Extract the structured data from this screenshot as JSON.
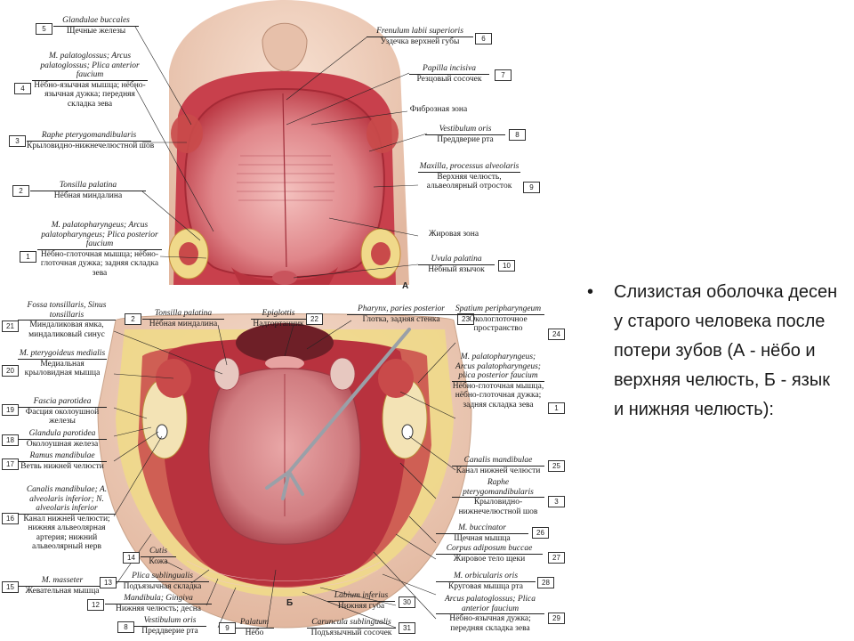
{
  "slide": {
    "bullet_text": "Слизистая оболочка десен у старого человека после потери зубов (А - нёбо и верхняя челюсть, Б - язык и нижняя челюсть):"
  },
  "panel_a": {
    "letter": "А",
    "labels": [
      {
        "n": "5",
        "lat": "Glandulae buccales",
        "rus": "Щечные железы"
      },
      {
        "n": "4",
        "lat": "M. palatoglossus; Arcus palatoglossus; Plica anterior faucium",
        "rus": "Нёбно-язычная мышца; нёбно-язычная дужка; передняя складка зева"
      },
      {
        "n": "3",
        "lat": "Raphe pterygomandibularis",
        "rus": "Крыловидно-нижнечелюстной шов"
      },
      {
        "n": "2",
        "lat": "Tonsilla palatina",
        "rus": "Нёбная миндалина"
      },
      {
        "n": "1",
        "lat": "M. palatopharyngeus; Arcus palatopharyngeus; Plica posterior faucium",
        "rus": "Нёбно-глоточная мышца; нёбно-глоточная дужка; задняя складка зева"
      },
      {
        "n": "6",
        "lat": "Frenulum labii superioris",
        "rus": "Уздечка верхней губы"
      },
      {
        "n": "7",
        "lat": "Papilla incisiva",
        "rus": "Резцовый сосочек"
      },
      {
        "n": "",
        "lat": "",
        "rus": "Фиброзная зона"
      },
      {
        "n": "8",
        "lat": "Vestibulum oris",
        "rus": "Преддверие рта"
      },
      {
        "n": "9",
        "lat": "Maxilla, processus alveolaris",
        "rus": "Верхняя челюсть, альвеолярный отросток"
      },
      {
        "n": "",
        "lat": "",
        "rus": "Жировая зона"
      },
      {
        "n": "10",
        "lat": "Uvula palatina",
        "rus": "Нёбный язычок"
      }
    ]
  },
  "panel_b": {
    "letter": "Б",
    "labels": [
      {
        "n": "21",
        "lat": "Fossa tonsillaris, Sinus tonsillaris",
        "rus": "Миндаликовая ямка, миндаликовый синус"
      },
      {
        "n": "20",
        "lat": "M. pterygoideus medialis",
        "rus": "Медиальная крыловидная мышца"
      },
      {
        "n": "19",
        "lat": "Fascia parotidea",
        "rus": "Фасция околоушной железы"
      },
      {
        "n": "18",
        "lat": "Glandula parotidea",
        "rus": "Околоушная железа"
      },
      {
        "n": "17",
        "lat": "Ramus mandibulae",
        "rus": "Ветвь нижней челюсти"
      },
      {
        "n": "16",
        "lat": "Canalis mandibulae; A. alveolaris inferior; N. alveolaris inferior",
        "rus": "Канал нижней челюсти; нижняя альвеолярная артерия; нижний альвеолярный нерв"
      },
      {
        "n": "15",
        "lat": "M. masseter",
        "rus": "Жевательная мышца"
      },
      {
        "n": "14",
        "lat": "Cutis",
        "rus": "Кожа"
      },
      {
        "n": "13",
        "lat": "Plica sublingualis",
        "rus": "Подъязычная складка"
      },
      {
        "n": "12",
        "lat": "Mandibula; Gingiva",
        "rus": "Нижняя челюсть; десна"
      },
      {
        "n": "8",
        "lat": "Vestibulum oris",
        "rus": "Преддверие рта"
      },
      {
        "n": "2",
        "lat": "Tonsilla palatina",
        "rus": "Нёбная миндалина"
      },
      {
        "n": "22",
        "lat": "Epiglottis",
        "rus": "Надгортанник"
      },
      {
        "n": "23",
        "lat": "Pharynx, paries posterior",
        "rus": "Глотка, задняя стенка"
      },
      {
        "n": "24",
        "lat": "Spatium peripharyngeum",
        "rus": "Окологлоточное пространство"
      },
      {
        "n": "1",
        "lat": "M. palatopharyngeus; Arcus palatopharyngeus; plica posterior faucium",
        "rus": "Нёбно-глоточная мышца, нёбно-глоточная дужка; задняя складка зева"
      },
      {
        "n": "25",
        "lat": "Canalis mandibulae",
        "rus": "Канал нижней челюсти"
      },
      {
        "n": "3",
        "lat": "Raphe pterygomandibularis",
        "rus": "Крыловидно-нижнечелюстной шов"
      },
      {
        "n": "26",
        "lat": "M. buccinator",
        "rus": "Щечная мышца"
      },
      {
        "n": "27",
        "lat": "Corpus adiposum buccae",
        "rus": "Жировое тело щеки"
      },
      {
        "n": "28",
        "lat": "M. orbicularis oris",
        "rus": "Круговая мышца рта"
      },
      {
        "n": "29",
        "lat": "Arcus palatoglossus; Plica anterior faucium",
        "rus": "Нёбно-язычная дужка; передняя складка зева"
      },
      {
        "n": "30",
        "lat": "Labium inferius",
        "rus": "Нижняя губа"
      },
      {
        "n": "31",
        "lat": "Caruncula sublingualis",
        "rus": "Подъязычный сосочек"
      },
      {
        "n": "9",
        "lat": "Palatum",
        "rus": "Нёбо"
      }
    ]
  },
  "colors": {
    "mucosa": "#d9737a",
    "mucosa_dark": "#b8323e",
    "skin": "#f1d2bf",
    "fat": "#f0d98a",
    "muscle": "#c94a4a",
    "instrument": "#b9bcc2"
  }
}
